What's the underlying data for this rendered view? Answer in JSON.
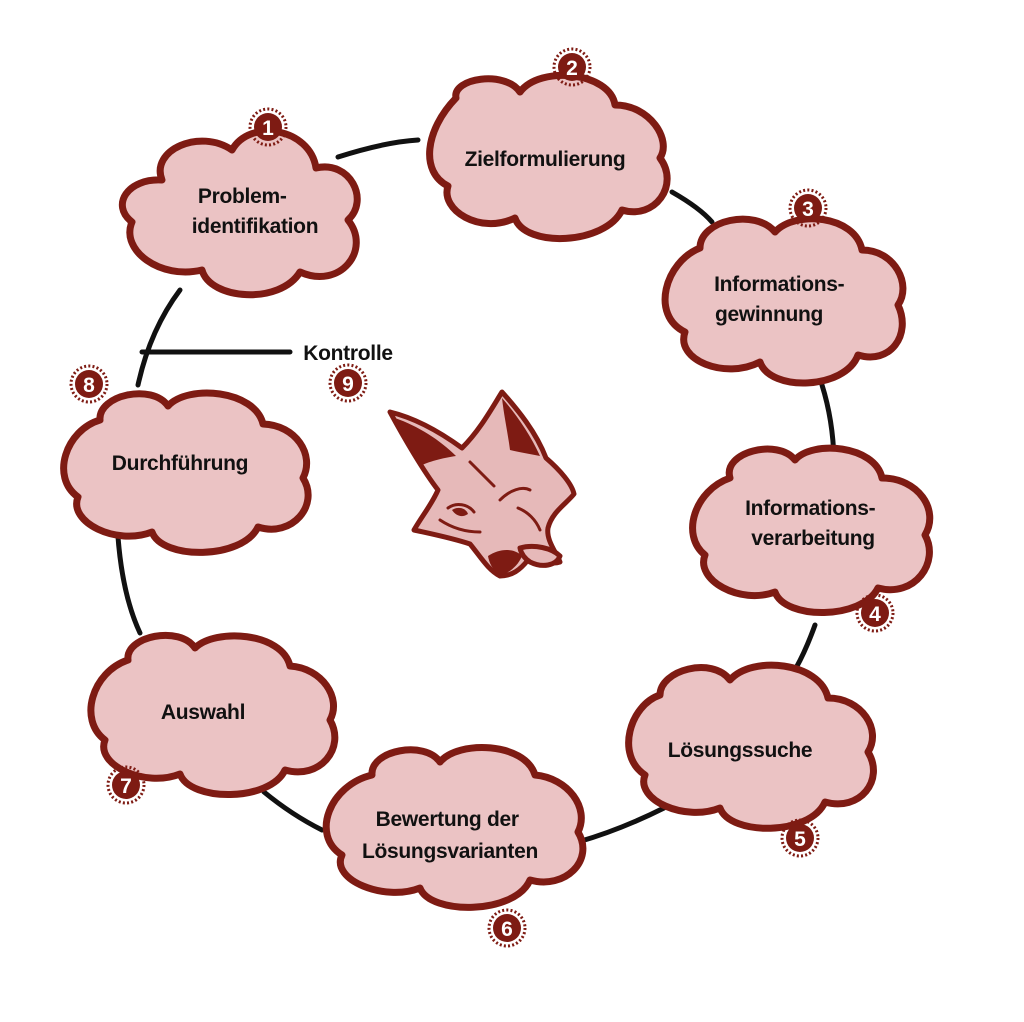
{
  "steps": [
    {
      "number": "1",
      "lines": [
        "Problem-",
        "identifikation"
      ]
    },
    {
      "number": "2",
      "lines": [
        "Zielformulierung"
      ]
    },
    {
      "number": "3",
      "lines": [
        "Informations-",
        "gewinnung"
      ]
    },
    {
      "number": "4",
      "lines": [
        "Informations-",
        "verarbeitung"
      ]
    },
    {
      "number": "5",
      "lines": [
        "Lösungssuche"
      ]
    },
    {
      "number": "6",
      "lines": [
        "Bewertung der",
        "Lösungsvarianten"
      ]
    },
    {
      "number": "7",
      "lines": [
        "Auswahl"
      ]
    },
    {
      "number": "8",
      "lines": [
        "Durchführung"
      ]
    }
  ],
  "control": {
    "label": "Kontrolle",
    "number": "9"
  },
  "colors": {
    "cloud_fill": "#ebc3c4",
    "accent": "#7e1b13",
    "line": "#111111"
  },
  "icons": {
    "center": "fox-head-icon"
  }
}
